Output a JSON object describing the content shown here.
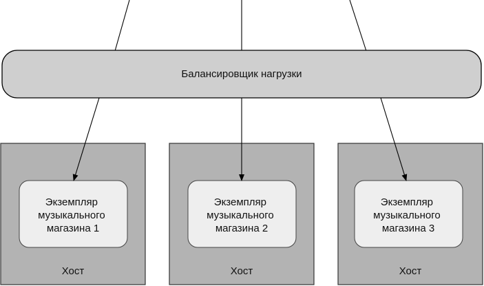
{
  "load_balancer": {
    "label": "Балансировщик нагрузки"
  },
  "hosts": [
    {
      "label": "Хост",
      "instance_lines": [
        "Экземпляр",
        "музыкального",
        "магазина 1"
      ]
    },
    {
      "label": "Хост",
      "instance_lines": [
        "Экземпляр",
        "музыкального",
        "магазина 2"
      ]
    },
    {
      "label": "Хост",
      "instance_lines": [
        "Экземпляр",
        "музыкального",
        "магазина 3"
      ]
    }
  ],
  "colors": {
    "balancer_fill": "#cfcfcf",
    "host_fill": "#b3b3b3",
    "instance_fill": "#eeeeee",
    "line": "#000000"
  }
}
